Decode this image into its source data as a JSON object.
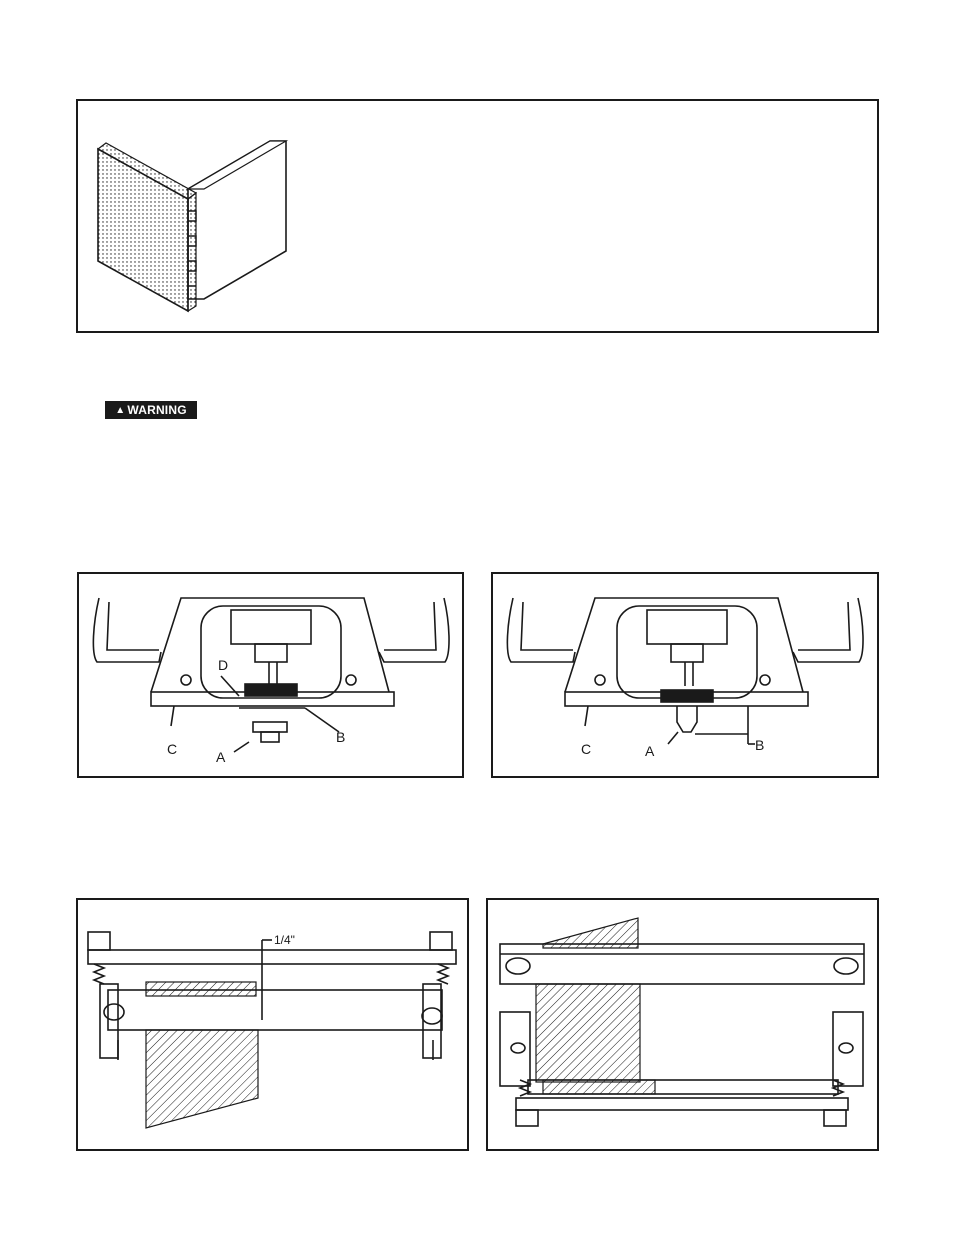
{
  "warning": {
    "icon": "warning-triangle-icon",
    "label": "WARNING"
  },
  "fig_router_bit_left": {
    "labels": {
      "a": "A",
      "b": "B",
      "c": "C",
      "d": "D"
    }
  },
  "fig_router_bit_right": {
    "labels": {
      "a": "A",
      "b": "B",
      "c": "C"
    }
  },
  "fig_clamp_setup": {
    "dimension": "1/4\""
  },
  "colors": {
    "ink": "#1a1a1a",
    "paper": "#ffffff"
  }
}
